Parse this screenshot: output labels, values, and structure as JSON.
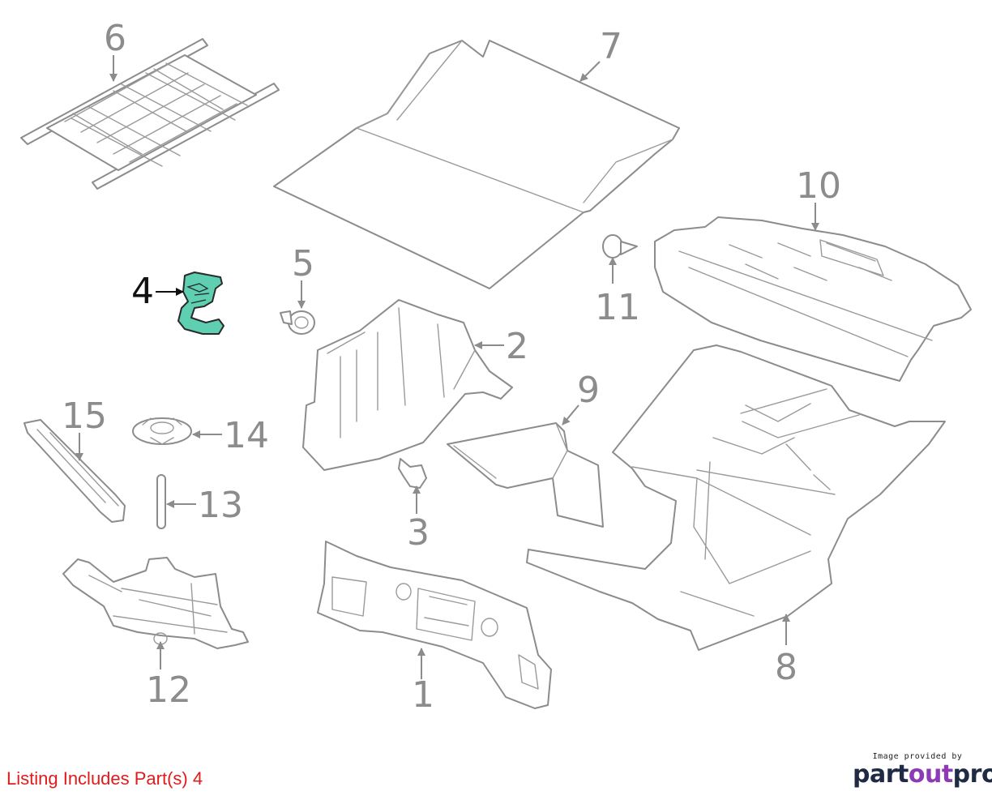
{
  "diagram": {
    "callouts": [
      {
        "id": "1",
        "label": "1",
        "highlighted": false
      },
      {
        "id": "2",
        "label": "2",
        "highlighted": false
      },
      {
        "id": "3",
        "label": "3",
        "highlighted": false
      },
      {
        "id": "4",
        "label": "4",
        "highlighted": true
      },
      {
        "id": "5",
        "label": "5",
        "highlighted": false
      },
      {
        "id": "6",
        "label": "6",
        "highlighted": false
      },
      {
        "id": "7",
        "label": "7",
        "highlighted": false
      },
      {
        "id": "8",
        "label": "8",
        "highlighted": false
      },
      {
        "id": "9",
        "label": "9",
        "highlighted": false
      },
      {
        "id": "10",
        "label": "10",
        "highlighted": false
      },
      {
        "id": "11",
        "label": "11",
        "highlighted": false
      },
      {
        "id": "12",
        "label": "12",
        "highlighted": false
      },
      {
        "id": "13",
        "label": "13",
        "highlighted": false
      },
      {
        "id": "14",
        "label": "14",
        "highlighted": false
      },
      {
        "id": "15",
        "label": "15",
        "highlighted": false
      }
    ],
    "highlight_color": "#5ecfb1",
    "line_color": "#8c8c8c"
  },
  "footer": {
    "note": "Listing Includes Part(s) 4",
    "note_color": "#e01b1b"
  },
  "brand": {
    "caption": "Image provided by",
    "name_start": "part",
    "name_mid": "out",
    "name_end": "pro",
    "primary_color": "#1f2a44",
    "accent_color": "#8d3bb4"
  }
}
